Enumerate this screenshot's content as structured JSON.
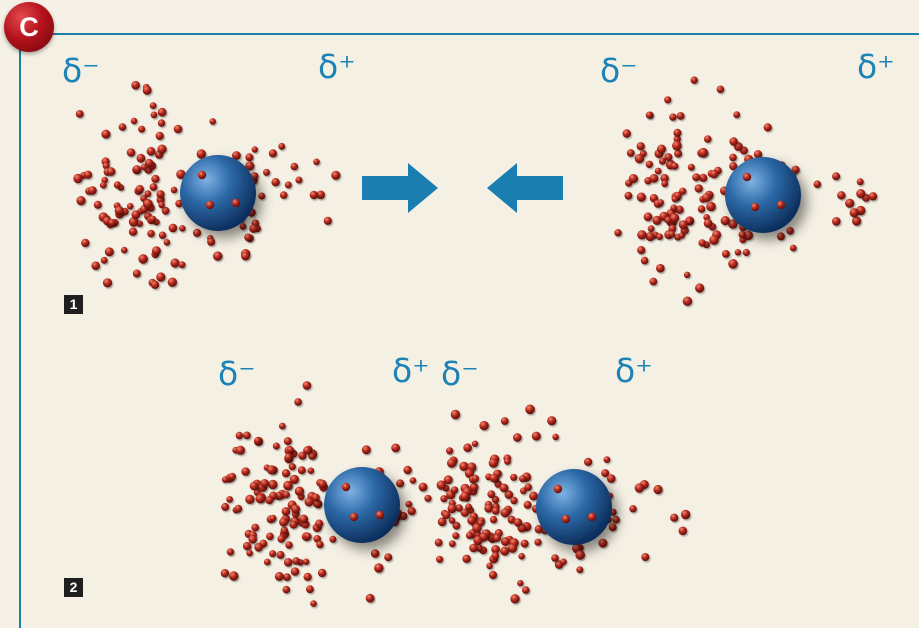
{
  "badge": {
    "letter": "C"
  },
  "colors": {
    "border": "#1b7fa8",
    "charge_text": "#1b83b5",
    "arrow": "#1a7fb0",
    "electron": "#b5281e",
    "nucleus": "#2d6aa8"
  },
  "steps": {
    "one": "1",
    "two": "2"
  },
  "scene1": {
    "left_atom": {
      "neg": "δ⁻",
      "pos": "δ⁺"
    },
    "right_atom": {
      "neg": "δ⁻",
      "pos": "δ⁺"
    },
    "arrows": [
      "arrow-right-icon",
      "arrow-left-icon"
    ]
  },
  "scene2": {
    "left_atom": {
      "neg": "δ⁻",
      "pos": "δ⁺"
    },
    "right_atom": {
      "neg": "δ⁻",
      "pos": "δ⁺"
    }
  }
}
